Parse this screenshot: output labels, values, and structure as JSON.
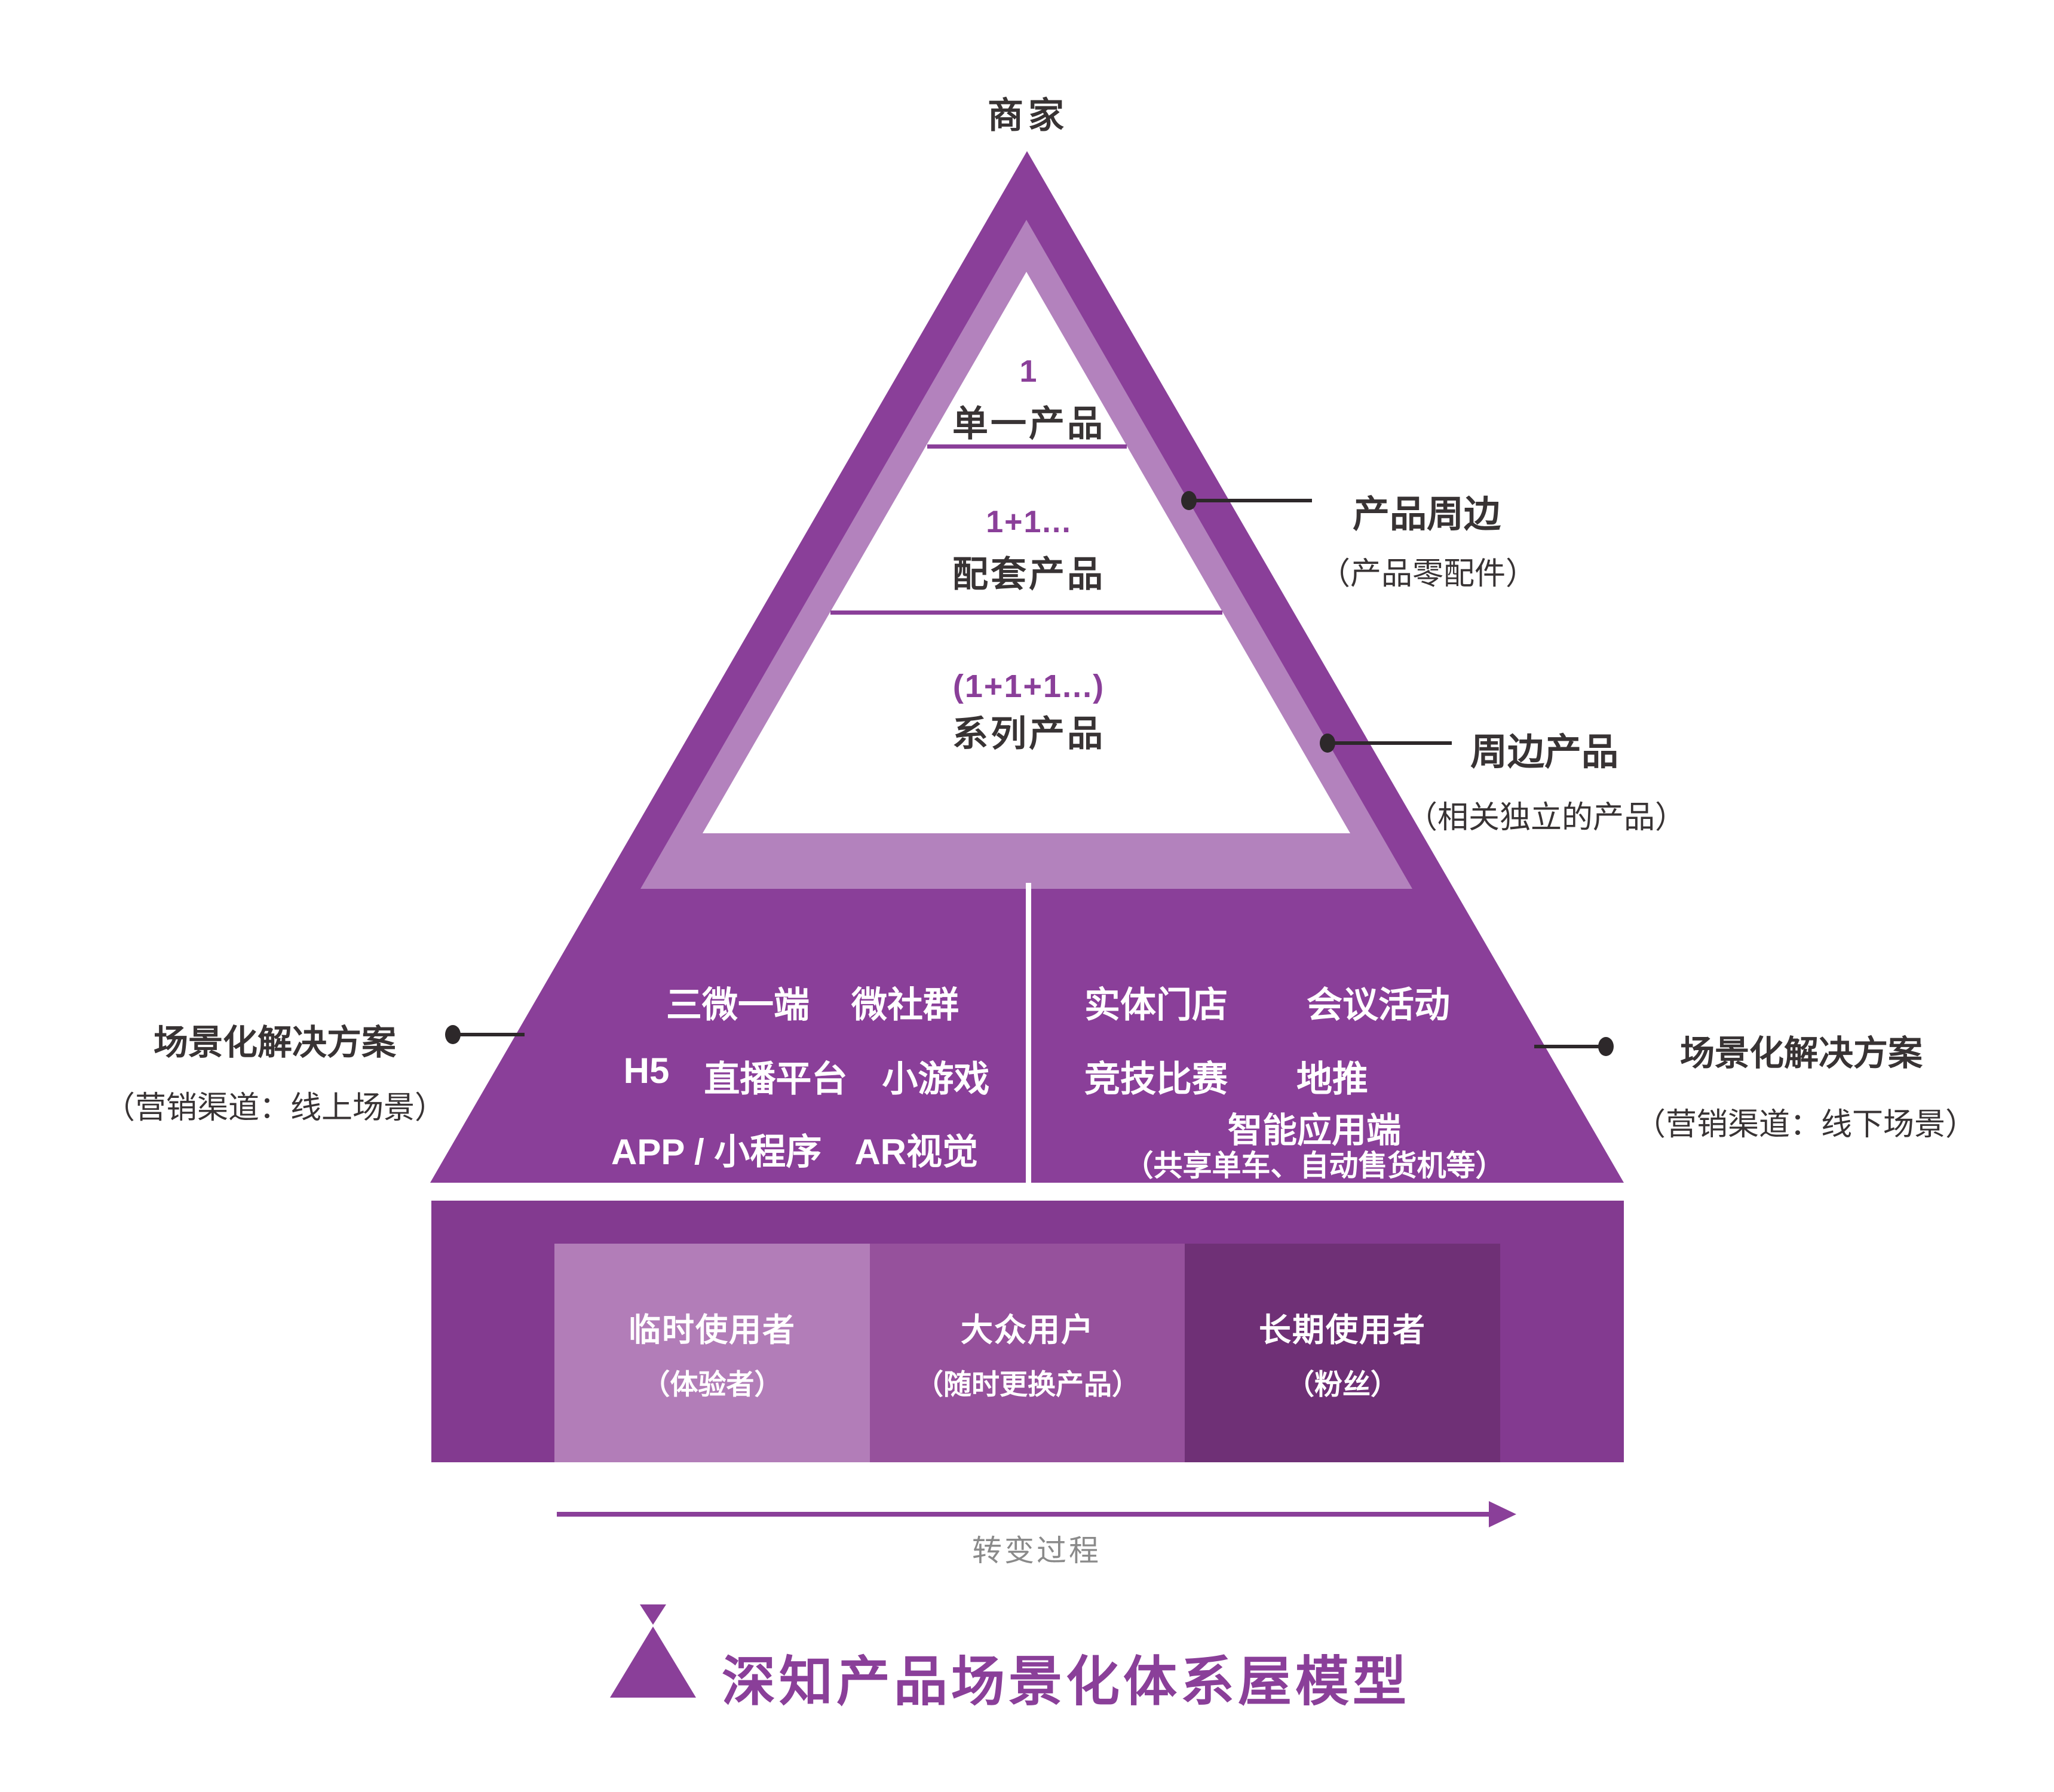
{
  "top_label": "商家",
  "pyramid": {
    "levels": [
      {
        "num": "1",
        "name": "单一产品"
      },
      {
        "num": "1+1...",
        "name": "配套产品"
      },
      {
        "num": "(1+1+1...)",
        "name": "系列产品"
      }
    ]
  },
  "callouts": {
    "product_accessories": {
      "title": "产品周边",
      "sub": "（产品零配件）"
    },
    "peripheral_products": {
      "title": "周边产品",
      "sub": "（相关独立的产品）"
    },
    "online_solution": {
      "title": "场景化解决方案",
      "sub": "（营销渠道：线上场景）"
    },
    "offline_solution": {
      "title": "场景化解决方案",
      "sub": "（营销渠道：线下场景）"
    }
  },
  "channels": {
    "online": {
      "rows": [
        [
          "三微一端",
          "微社群"
        ],
        [
          "H5",
          "直播平台",
          "小游戏"
        ],
        [
          "APP / 小程序",
          "AR视觉"
        ]
      ]
    },
    "offline": {
      "rows": [
        [
          "实体门店",
          "会议活动"
        ],
        [
          "竞技比赛",
          "地推"
        ]
      ],
      "smart": {
        "title": "智能应用端",
        "sub": "（共享单车、自动售货机等）"
      }
    }
  },
  "users": [
    {
      "name": "临时使用者",
      "sub": "（体验者）",
      "color": "#b27db8"
    },
    {
      "name": "大众用户",
      "sub": "（随时更换产品）",
      "color": "#96519c"
    },
    {
      "name": "长期使用者",
      "sub": "（粉丝）",
      "color": "#6f3076"
    }
  ],
  "process": {
    "label": "转变过程"
  },
  "footer": {
    "title": "深知产品场景化体系屋模型"
  },
  "colors": {
    "primary_purple": "#8a3f99",
    "light_purple": "#b382bd",
    "base_purple": "#833a90",
    "user_box_light": "#b27db8",
    "user_box_medium": "#96519c",
    "user_box_dark": "#6f3076",
    "text_dark": "#383334",
    "text_gray": "#8a8a8a",
    "callout_line": "#2d282a"
  }
}
